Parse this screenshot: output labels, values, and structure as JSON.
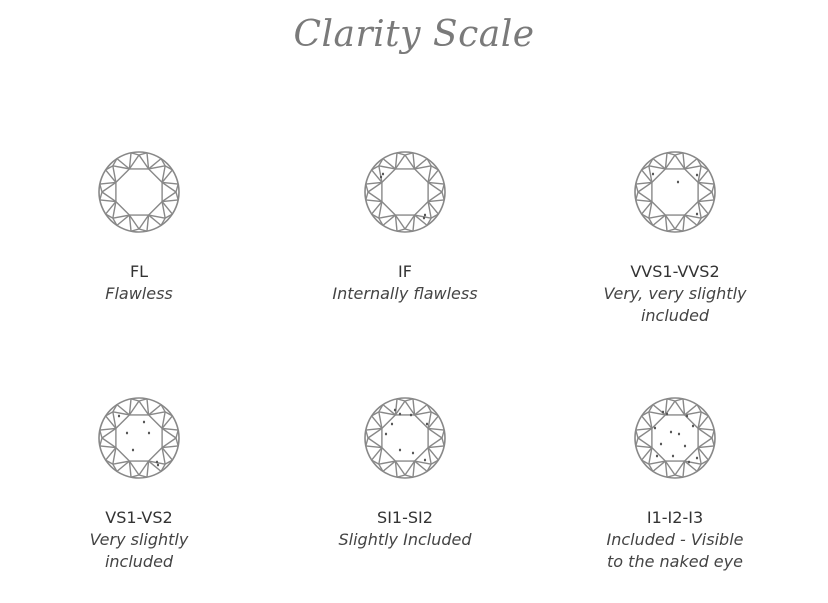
{
  "title": "Clarity Scale",
  "stroke_color": "#888888",
  "grades": [
    {
      "code": "FL",
      "desc": [
        "Flawless"
      ],
      "inclusions": []
    },
    {
      "code": "IF",
      "desc": [
        "Internally flawless"
      ],
      "inclusions": [
        [
          -22,
          -18
        ],
        [
          -24,
          -15
        ],
        [
          20,
          23
        ],
        [
          19,
          26
        ]
      ]
    },
    {
      "code": "VVS1-VVS2",
      "desc": [
        "Very, very slightly",
        "included"
      ],
      "inclusions": [
        [
          -22,
          -18
        ],
        [
          3,
          -10
        ],
        [
          22,
          -17
        ],
        [
          22,
          22
        ]
      ]
    },
    {
      "code": "VS1-VS2",
      "desc": [
        "Very slightly",
        "included"
      ],
      "inclusions": [
        [
          -20,
          -22
        ],
        [
          -12,
          -5
        ],
        [
          5,
          -16
        ],
        [
          10,
          -5
        ],
        [
          -6,
          12
        ],
        [
          18,
          24
        ],
        [
          19,
          27
        ]
      ]
    },
    {
      "code": "SI1-SI2",
      "desc": [
        "Slightly Included"
      ],
      "inclusions": [
        [
          -10,
          -28
        ],
        [
          -5,
          -24
        ],
        [
          6,
          -23
        ],
        [
          -19,
          -4
        ],
        [
          22,
          -14
        ],
        [
          -5,
          12
        ],
        [
          8,
          15
        ],
        [
          -13,
          -14
        ],
        [
          20,
          22
        ]
      ]
    },
    {
      "code": "I1-I2-I3",
      "desc": [
        "Included - Visible",
        "to the naked eye"
      ],
      "inclusions": [
        [
          -12,
          -26
        ],
        [
          -8,
          -24
        ],
        [
          12,
          -22
        ],
        [
          -20,
          -10
        ],
        [
          18,
          -12
        ],
        [
          -4,
          -6
        ],
        [
          4,
          -4
        ],
        [
          -14,
          6
        ],
        [
          10,
          8
        ],
        [
          22,
          20
        ],
        [
          -2,
          18
        ],
        [
          14,
          24
        ],
        [
          -18,
          18
        ]
      ]
    }
  ]
}
